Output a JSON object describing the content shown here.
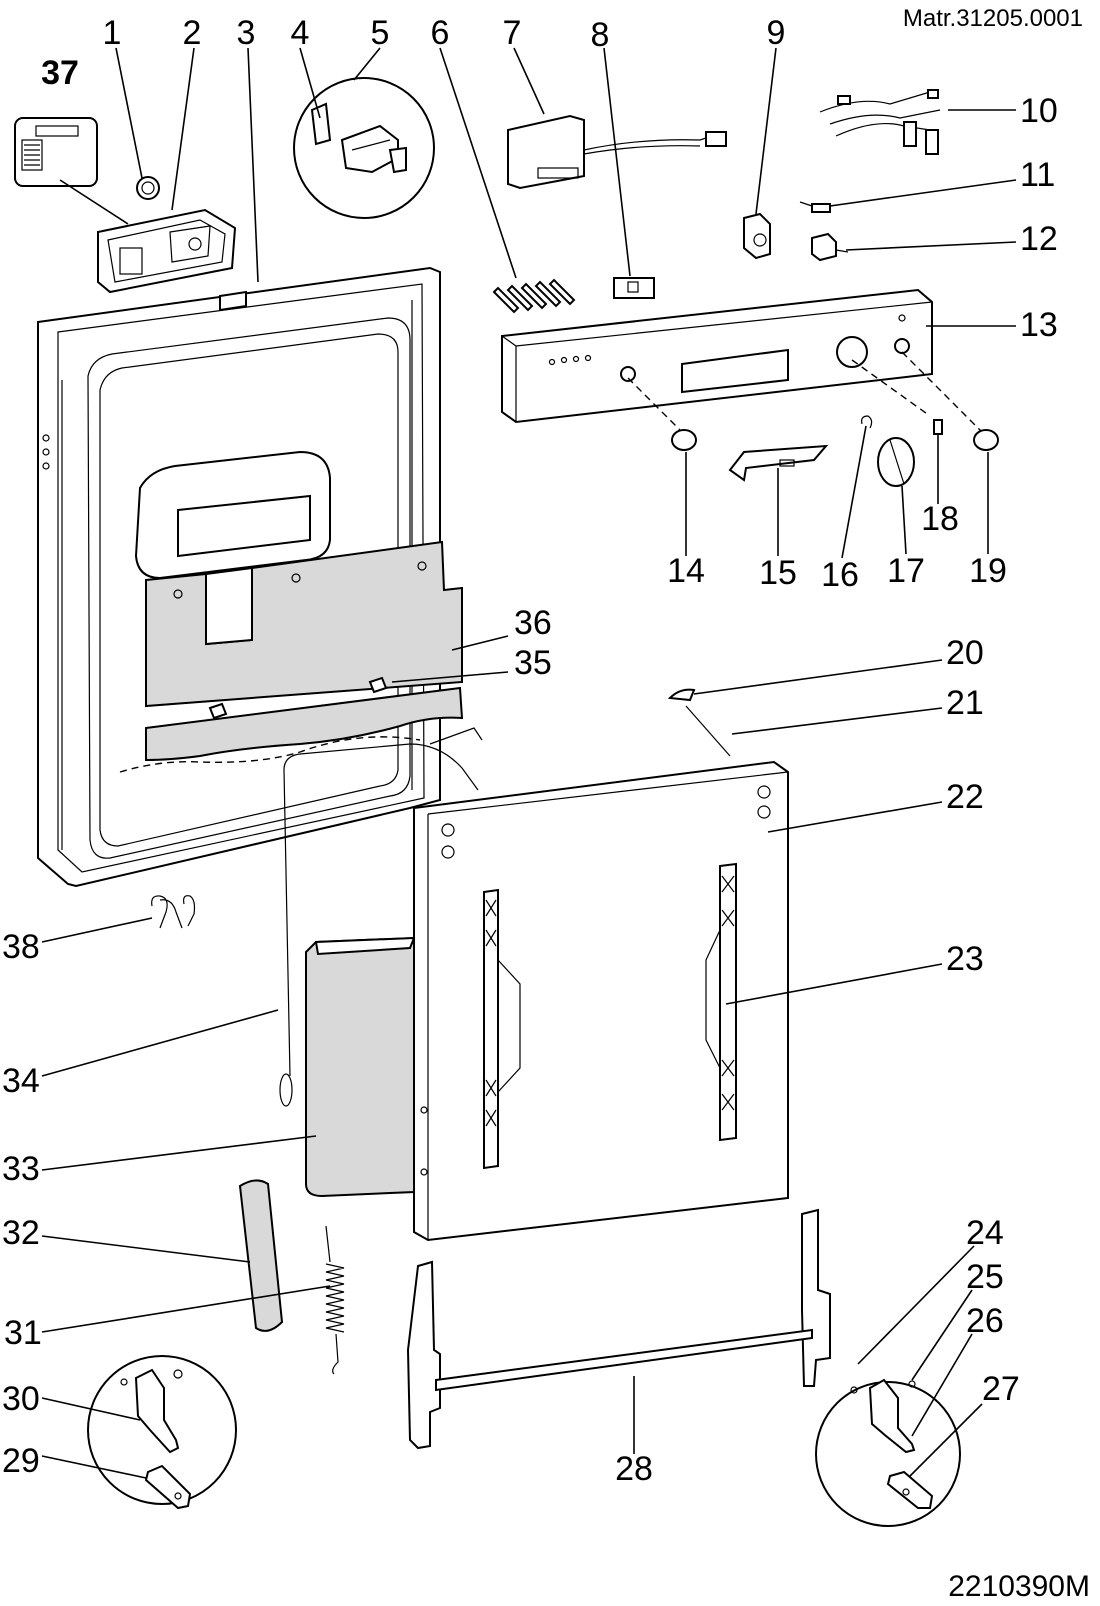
{
  "header": {
    "matr": "Matr.31205.0001"
  },
  "footer": {
    "code": "2210390M"
  },
  "callouts": [
    {
      "id": "1",
      "label": "1"
    },
    {
      "id": "2",
      "label": "2"
    },
    {
      "id": "3",
      "label": "3"
    },
    {
      "id": "4",
      "label": "4"
    },
    {
      "id": "5",
      "label": "5"
    },
    {
      "id": "6",
      "label": "6"
    },
    {
      "id": "7",
      "label": "7"
    },
    {
      "id": "8",
      "label": "8"
    },
    {
      "id": "9",
      "label": "9"
    },
    {
      "id": "10",
      "label": "10"
    },
    {
      "id": "11",
      "label": "11"
    },
    {
      "id": "12",
      "label": "12"
    },
    {
      "id": "13",
      "label": "13"
    },
    {
      "id": "14",
      "label": "14"
    },
    {
      "id": "15",
      "label": "15"
    },
    {
      "id": "16",
      "label": "16"
    },
    {
      "id": "17",
      "label": "17"
    },
    {
      "id": "18",
      "label": "18"
    },
    {
      "id": "19",
      "label": "19"
    },
    {
      "id": "20",
      "label": "20"
    },
    {
      "id": "21",
      "label": "21"
    },
    {
      "id": "22",
      "label": "22"
    },
    {
      "id": "23",
      "label": "23"
    },
    {
      "id": "24",
      "label": "24"
    },
    {
      "id": "25",
      "label": "25"
    },
    {
      "id": "26",
      "label": "26"
    },
    {
      "id": "27",
      "label": "27"
    },
    {
      "id": "28",
      "label": "28"
    },
    {
      "id": "29",
      "label": "29"
    },
    {
      "id": "30",
      "label": "30"
    },
    {
      "id": "31",
      "label": "31"
    },
    {
      "id": "32",
      "label": "32"
    },
    {
      "id": "33",
      "label": "33"
    },
    {
      "id": "34",
      "label": "34"
    },
    {
      "id": "35",
      "label": "35"
    },
    {
      "id": "36",
      "label": "36"
    },
    {
      "id": "37",
      "label": "37"
    },
    {
      "id": "38",
      "label": "38"
    }
  ]
}
